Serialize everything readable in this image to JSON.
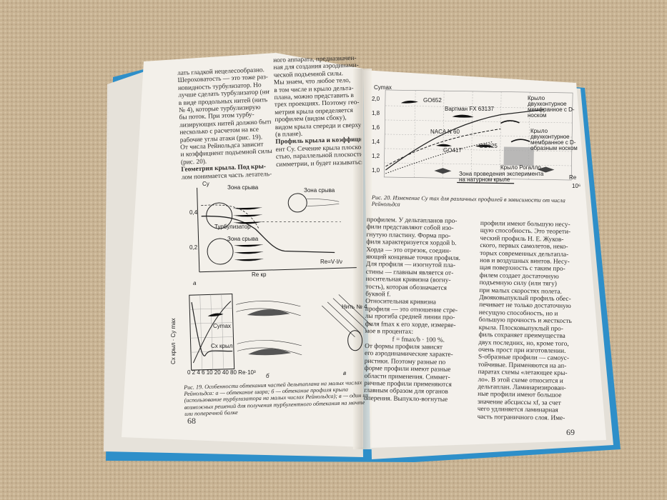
{
  "left_page": {
    "column_text": [
      "лать гладкой нецелесообразно.",
      "Шероховатость — это тоже раз-",
      "новидность турбулизатор. Но",
      "лучше сделать турбулизатор (нить",
      "в виде продольных нитей (нить",
      "№ 4), которые турбулизирую",
      "бы поток. При этом турбу-",
      "лизирующих нитей должно быть",
      "несколько с расчетом на все",
      "рабочие углы атаки (рис. 19).",
      "От числа Рейнольдса зависит",
      "и коэффициент подъемной силы",
      "(рис. 20).",
      "Геометрия крыла. Под кры-",
      "лом понимается часть летатель-"
    ],
    "middle_text": [
      "ного аппарата, предназначен-",
      "ная для создания аэродинами-",
      "ческой подъемной силы.",
      "Мы знаем, что любое тело,",
      "в том числе и крыло дельта-",
      "плана, можно представить в",
      "трех проекциях. Поэтому гео-",
      "метрия крыла определяется",
      "профилем (видом сбоку),",
      "видом крыла спереди и сверху",
      "(в плане).",
      "Профиль крыла и коэффици-",
      "ент Cy. Сечение крыла плоско-",
      "стью, параллельной плоскости",
      "симметрии, и будет называться"
    ],
    "figure19_labels": {
      "top_zone1": "Зона срыва",
      "top_zone2": "Зона срыва",
      "top_zone3": "Зона срыва",
      "turbulizer": "Турбулизатор",
      "cy": "Cy",
      "y04": "0,4",
      "y02": "0,2",
      "re_kr": "Re кр",
      "re_formula": "Re=V·l/ν",
      "sub_a": "а",
      "sub_b": "б",
      "sub_v": "в",
      "cy_max": "Cymax",
      "cx_kr": "Cx крыл",
      "y_axis_bottom": "Cx крыл · Cy max",
      "x_ticks": "0  2 4 6 10  20  40  80 Re·10³",
      "nit": "Нить № 4"
    },
    "caption": "Рис. 19. Особенности обтекания частей дельтаплана на малых числах Рейнольдса: а — обтекание шара; б — обтекание профиля крыла (использование турбулизатора на малых числах Рейнольдса); в — один из возможных решений для получения турбулентного обтекания на мачте или поперечной балке",
    "page_number": "68"
  },
  "right_page": {
    "figure20_labels": {
      "cy_max": "Cymax",
      "y_ticks": [
        "2,0",
        "1,8",
        "1,6",
        "1,4",
        "1,2",
        "1,0"
      ],
      "go652": "GO652",
      "wortmann": "Вартман FX 63137",
      "naca": "NACA N 60",
      "go417": "GO417",
      "go625": "GO625",
      "rogallo": "Крыло Рогалло",
      "wing1": "Крыло двухконтурное мемфранное с D-носком",
      "wing2": "Крыло двухконтурное мембранное с D-образным носком",
      "zone": "Зона проведения эксперимента на натурном крыле",
      "re": "Re",
      "x_tick": "10⁶"
    },
    "caption": "Рис. 20. Изменение Cy max для различных профилей в зависимости от числа Рейнольдса",
    "col1": [
      "профилем. У дельтапланов про-",
      "фили представляют собой изо-",
      "гнутую пластину. Форма про-",
      "филя характеризуется хордой b.",
      "Хорда — это отрезок, соедин-",
      "яющий концевые точки профиля.",
      "Для профиля — изогнутой пла-",
      "стины — главным является от-",
      "носительная кривизна (вогну-",
      "тость), которая обозначается",
      "буквой f.",
      "Относительная кривизна",
      "профиля — это отношение стре-",
      "лы прогиба средней линии про-",
      "филя fmax к его хорде, измеряе-",
      "мое в процентах:",
      "f = fmax/b · 100 %.",
      "От формы профиля зависят",
      "его аэродинамические характе-",
      "ристики. Поэтому разные по",
      "форме профили имеют разные",
      "области применения. Симмет-",
      "ричные профили применяются",
      "главным образом для органов",
      "оперения. Выпукло-вогнутые"
    ],
    "col2": [
      "профили имеют большую несу-",
      "щую способность. Это теорети-",
      "ческий профиль Н. Е. Жуков-",
      "ского, первых самолетов, неко-",
      "торых современных дельтапла-",
      "нов и воздушных винтов. Несу-",
      "щая поверхность с таким про-",
      "филем создает достаточную",
      "подъемную силу (или тягу)",
      "при малых скоростях полета.",
      "Двояковыпуклый профиль обес-",
      "печивает не только достаточную",
      "несущую способность, но и",
      "большую прочность и жесткость",
      "крыла. Плосковыпуклый про-",
      "филь сохраняет преимущества",
      "двух последних, но, кроме того,",
      "очень прост при изготовлении.",
      "S-образные профили — самоус-",
      "тойчивые. Применяются на ап-",
      "паратах схемы «летающее кры-",
      "ло». В этой схеме относится и",
      "дельтаплан. Ламинаризирован-",
      "ные профили имеют большое",
      "значение абсциссы xf, за счет",
      "чего удлиняется ламинарная",
      "часть пограничного слоя. Име-"
    ],
    "page_number": "69"
  }
}
